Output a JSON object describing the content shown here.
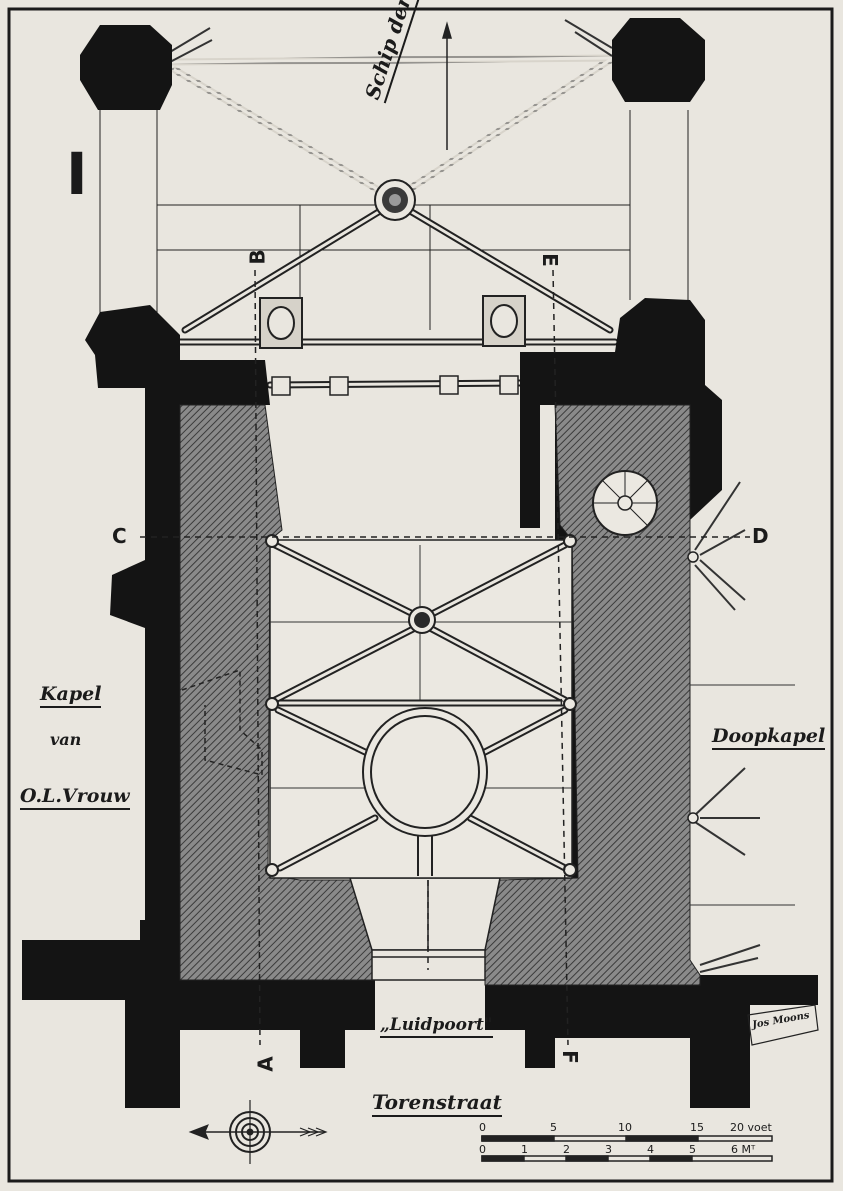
{
  "plate_number": "I",
  "labels": {
    "nave": "Schip der Kerk",
    "chapel_line1": "Kapel",
    "chapel_line2": "van",
    "chapel_line3": "O.L.Vrouw",
    "baptistery": "Doopkapel",
    "bell_gate": "„Luidpoort\"",
    "street": "Torenstraat",
    "signature": "Jos Moons"
  },
  "section_marks": {
    "a": "A",
    "b": "B",
    "c": "C",
    "d": "D",
    "e": "E",
    "f": "F"
  },
  "scale": {
    "feet_ticks": [
      "0",
      "5",
      "10",
      "15",
      "20 voet"
    ],
    "meter_ticks": [
      "0",
      "1",
      "2",
      "3",
      "4",
      "5",
      "6 Mᵀ"
    ]
  },
  "colors": {
    "ink": "#1b1b1b",
    "paper": "#e9e6df",
    "hatch": "#5a5a5a"
  },
  "icons": [
    "north-arrow-icon",
    "staircase-icon",
    "boss-icon"
  ]
}
